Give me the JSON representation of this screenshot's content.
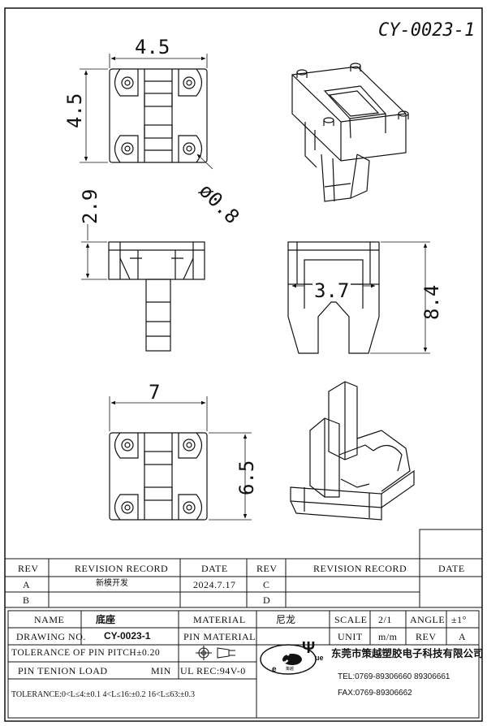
{
  "drawing_code": "CY-0023-1",
  "dims": {
    "top_width": "4.5",
    "top_height": "4.5",
    "hole_diameter": "ø0.8",
    "pin_length": "2.9",
    "slot_width": "3.7",
    "total_height": "8.4",
    "bottom_width": "7",
    "bottom_height": "6.5"
  },
  "revision": {
    "headers": {
      "rev": "REV",
      "record": "REVISION RECORD",
      "date": "DATE"
    },
    "rows_left": [
      {
        "rev": "A",
        "record": "新模开发",
        "date": "2024.7.17"
      },
      {
        "rev": "B",
        "record": "",
        "date": ""
      }
    ],
    "rows_right": [
      {
        "rev": "C",
        "record": "",
        "date": ""
      },
      {
        "rev": "D",
        "record": "",
        "date": ""
      }
    ]
  },
  "title_block": {
    "name_label": "NAME",
    "name_value": "底座",
    "material_label": "MATERIAL",
    "material_value": "尼龙",
    "scale_label": "SCALE",
    "scale_value": "2/1",
    "angle_label": "ANGLE",
    "angle_value": "±1°",
    "drawing_no_label": "DRAWING NO.",
    "drawing_no_value": "CY-0023-1",
    "pin_material_label": "PIN MATERIAL",
    "unit_label": "UNIT",
    "unit_value": "m/m",
    "rev_label": "REV",
    "rev_value": "A",
    "pitch_tol": "TOLERANCE OF PIN PITCH±0.20",
    "tension": "PIN TENION LOAD",
    "tension_unit": "MIN",
    "ul": "UL REC:94V-0",
    "tolerance": "TOLERANCE:0<L≤4:±0.1  4<L≤16:±0.2  16<L≤63:±0.3",
    "company": "东莞市策越塑胶电子科技有限公司",
    "tel": "TEL:0769-89306660 89306661",
    "fax": "FAX:0769-89306662",
    "logo_letter": "C",
    "logo_sub": "e",
    "logo_psi": "Ψ",
    "logo_ue": "ue",
    "logo_ring": "策越"
  }
}
